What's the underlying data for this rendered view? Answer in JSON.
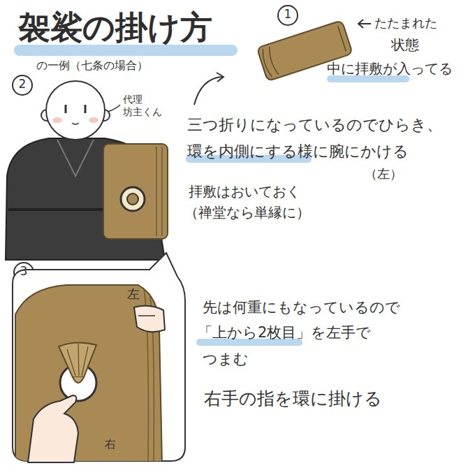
{
  "diagram": {
    "title": "袈裟の掛け方",
    "labels": [
      "の一例（七条の場合）",
      "1",
      "たたまれた",
      "状態",
      "中に拝敷が入ってる",
      "2",
      "代理",
      "坊主くん",
      "三つ折りになっているのでひらき、",
      "環を内側にする様に腕にかける",
      "（左）",
      "拝敷はおいておく",
      "（禅堂なら単縁に）",
      "3",
      "左",
      "右",
      "先は何重にもなっているので",
      "「上から2枚目」を左手で",
      "つまむ",
      "右手の指を環に掛ける"
    ]
  }
}
